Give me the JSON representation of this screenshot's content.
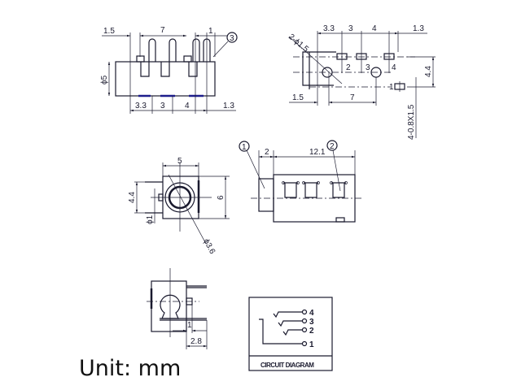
{
  "title": "3.5mm audio jack dimension drawing",
  "unit_label": "Unit: mm",
  "colors": {
    "line": "#1a1a2e",
    "accent_blue": "#1d1d8c",
    "background": "#ffffff"
  },
  "views": {
    "front_top": {
      "top_dims": [
        "1.5",
        "7",
        "1"
      ],
      "bottom_dims": [
        "3.3",
        "3",
        "4",
        "1.3"
      ],
      "side_dim": "ϕ5",
      "callout": "3"
    },
    "pcb_layout": {
      "top_dims": [
        "3.3",
        "3",
        "4",
        "1.3"
      ],
      "bottom_dims": [
        "1.5",
        "7"
      ],
      "hole_note": "2-ϕ1.5",
      "pad_labels": [
        "1",
        "2",
        "3",
        "4"
      ],
      "side_dim": "4.4",
      "slot_note": "4-0.8X1.5"
    },
    "end_view": {
      "width_dim": "5",
      "height_dim": "6",
      "pin_dim": "4.4",
      "pin_diameter": "ϕ1",
      "hole_diameter": "ϕ3.6"
    },
    "side_view": {
      "dims": [
        "2",
        "12.1"
      ],
      "callouts": [
        "1",
        "2"
      ]
    },
    "rear_view": {
      "dims": [
        "1",
        "2.8"
      ]
    },
    "circuit": {
      "title": "CIRCUIT DIAGRAM",
      "pins": [
        "4",
        "3",
        "2",
        "1"
      ]
    }
  }
}
